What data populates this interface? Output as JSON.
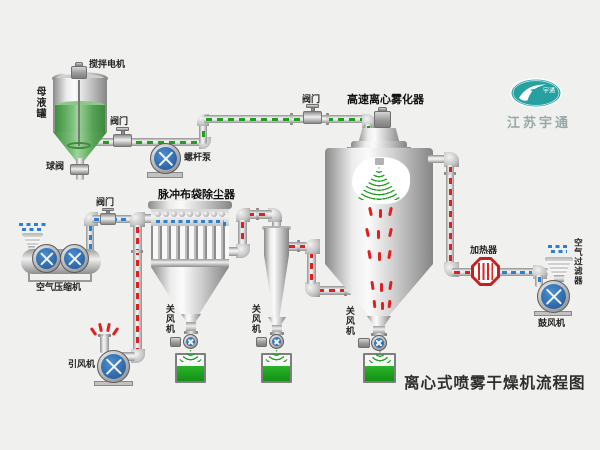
{
  "title": {
    "text": "离心式喷雾干燥机流程图"
  },
  "logo": {
    "company": "江苏宇通",
    "emblem_text": "宇通"
  },
  "equipment": {
    "stir_motor": "搅拌电机",
    "mother_tank": "母液罐",
    "ball_valve": "球阀",
    "feed_valve": "阀门",
    "screw_pump": "螺杆泵",
    "atomizer_valve": "阀门",
    "atomizer": "高速离心雾化器",
    "dust_collector": "脉冲布袋除尘器",
    "air_valve": "阀门",
    "compressor": "空气压缩机",
    "draft_fan": "引风机",
    "rotary_valve_collector": "关风机",
    "rotary_valve_cyclone": "关风机",
    "rotary_valve_tower": "关风机",
    "heater": "加热器",
    "air_filter": "空气过滤器",
    "blower": "鼓风机"
  },
  "colors": {
    "background": "#f0f0ee",
    "liquid_line": "#1f9e1f",
    "cold_air_line": "#2b7fd4",
    "hot_air_line": "#e02020",
    "liquid_fill": "#5ca85c",
    "powder_fill": "#1da31d",
    "machine_blue": "#2c6aad",
    "heater_red": "#cc2222",
    "logo_teal": "#27a0a2",
    "text": "#222222"
  }
}
